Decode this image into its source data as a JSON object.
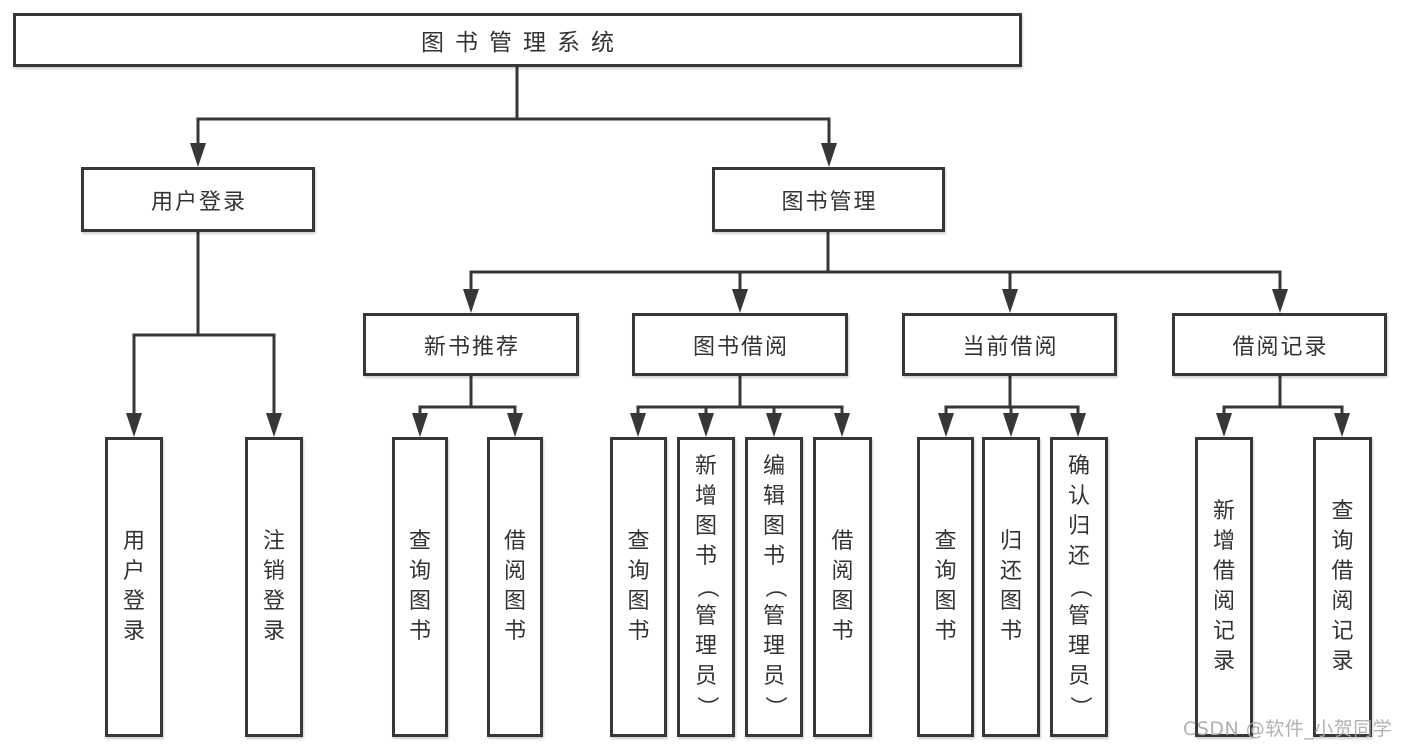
{
  "colors": {
    "line": "#373737",
    "box_border": "#373737",
    "text": "#333333",
    "watermark": "#aaaaaa",
    "background": "#ffffff"
  },
  "watermark": {
    "text": "CSDN @软件_小贺同学"
  },
  "diagram": {
    "type": "hierarchy-tree",
    "title": "图书管理系统",
    "tree": {
      "label": "图书管理系统",
      "children": [
        {
          "label": "用户登录",
          "children": [
            {
              "label": "用户登录"
            },
            {
              "label": "注销登录"
            }
          ]
        },
        {
          "label": "图书管理",
          "children": [
            {
              "label": "新书推荐",
              "children": [
                {
                  "label": "查询图书"
                },
                {
                  "label": "借阅图书"
                }
              ]
            },
            {
              "label": "图书借阅",
              "children": [
                {
                  "label": "查询图书"
                },
                {
                  "label": "新增图书（管理员）"
                },
                {
                  "label": "编辑图书（管理员）"
                },
                {
                  "label": "借阅图书"
                }
              ]
            },
            {
              "label": "当前借阅",
              "children": [
                {
                  "label": "查询图书"
                },
                {
                  "label": "归还图书"
                },
                {
                  "label": "确认归还（管理员）"
                }
              ]
            },
            {
              "label": "借阅记录",
              "children": [
                {
                  "label": "新增借阅记录"
                },
                {
                  "label": "查询借阅记录"
                }
              ]
            }
          ]
        }
      ]
    }
  }
}
